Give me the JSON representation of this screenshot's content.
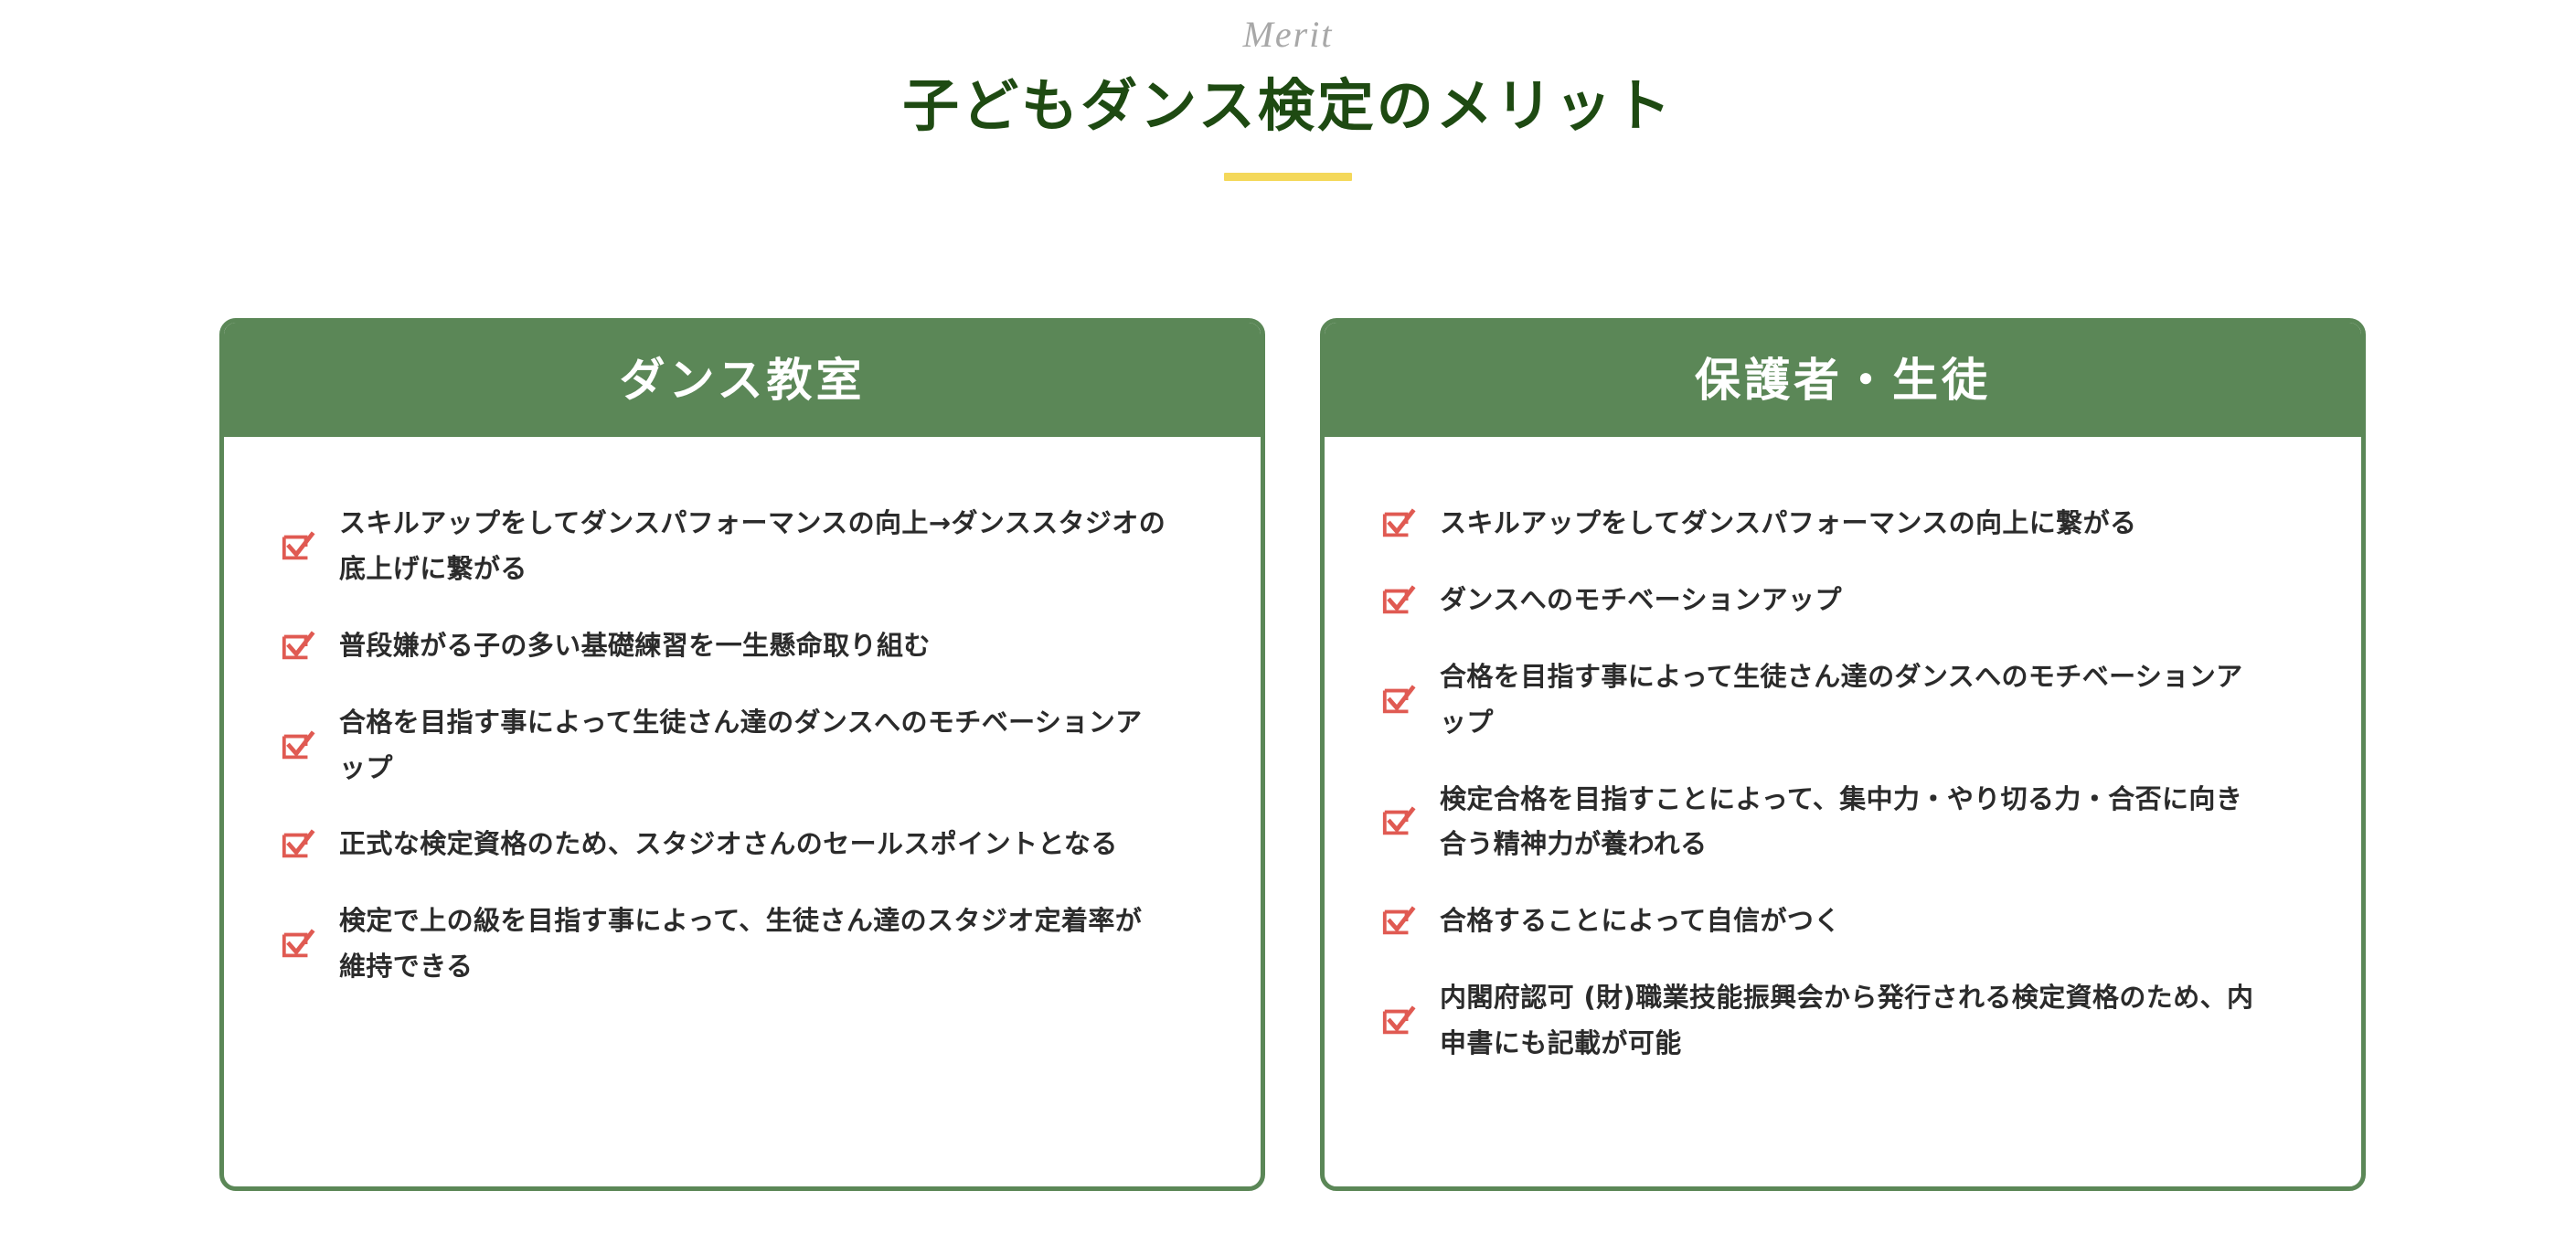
{
  "header": {
    "eyebrow": "Merit",
    "title": "子どもダンス検定のメリット"
  },
  "colors": {
    "card_green": "#5b8757",
    "title_green": "#1e4a12",
    "underline_yellow": "#f4d85a",
    "check_red": "#e05a52",
    "body_text": "#2b2b2b",
    "eyebrow_gray": "#a8a8a8"
  },
  "cards": [
    {
      "id": "dance-studio",
      "heading": "ダンス教室",
      "icon": "checkbox-checked-icon",
      "items": [
        "スキルアップをしてダンスパフォーマンスの向上→ダンススタジオの底上げに繋がる",
        "普段嫌がる子の多い基礎練習を一生懸命取り組む",
        "合格を目指す事によって生徒さん達のダンスへのモチベーションアップ",
        "正式な検定資格のため、スタジオさんのセールスポイントとなる",
        "検定で上の級を目指す事によって、生徒さん達のスタジオ定着率が維持できる"
      ]
    },
    {
      "id": "guardian-student",
      "heading": "保護者・生徒",
      "icon": "checkbox-checked-icon",
      "items": [
        "スキルアップをしてダンスパフォーマンスの向上に繋がる",
        "ダンスへのモチベーションアップ",
        "合格を目指す事によって生徒さん達のダンスへのモチベーションアップ",
        "検定合格を目指すことによって、集中力・やり切る力・合否に向き合う精神力が養われる",
        "合格することによって自信がつく",
        "内閣府認可 (財)職業技能振興会から発行される検定資格のため、内申書にも記載が可能"
      ]
    }
  ]
}
